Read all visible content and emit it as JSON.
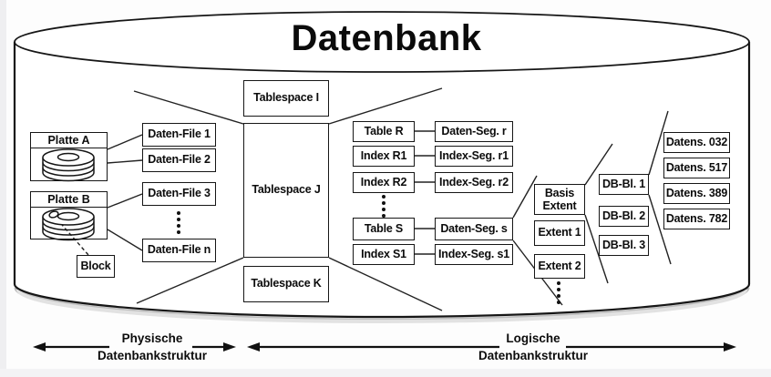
{
  "title": "Datenbank",
  "physical": {
    "disks": [
      {
        "label": "Platte A"
      },
      {
        "label": "Platte B"
      }
    ],
    "block_label": "Block",
    "files": [
      "Daten-File 1",
      "Daten-File 2",
      "Daten-File 3",
      "Daten-File n"
    ]
  },
  "logical": {
    "tablespaces": [
      "Tablespace I",
      "Tablespace J",
      "Tablespace K"
    ],
    "tables": [
      "Table R",
      "Index R1",
      "Index R2",
      "Table S",
      "Index S1"
    ],
    "segments": [
      "Daten-Seg. r",
      "Index-Seg. r1",
      "Index-Seg. r2",
      "Daten-Seg. s",
      "Index-Seg. s1"
    ],
    "extents": [
      "Basis Extent",
      "Extent 1",
      "Extent 2"
    ],
    "db_blocks": [
      "DB-Bl. 1",
      "DB-Bl. 2",
      "DB-Bl. 3"
    ],
    "records": [
      "Datens. 032",
      "Datens. 517",
      "Datens. 389",
      "Datens. 782"
    ]
  },
  "legend": {
    "left_line1": "Physische",
    "left_line2": "Datenbankstruktur",
    "right_line1": "Logische",
    "right_line2": "Datenbankstruktur"
  },
  "icons": {
    "disk": "stacked-disk-cylinder-icon",
    "block_mark": "block-mark-icon",
    "container": "database-cylinder-icon"
  },
  "colors": {
    "ink": "#161616",
    "box_fill": "#ffffff",
    "background": "#ffffff",
    "shadow": "#bdbdbd"
  }
}
